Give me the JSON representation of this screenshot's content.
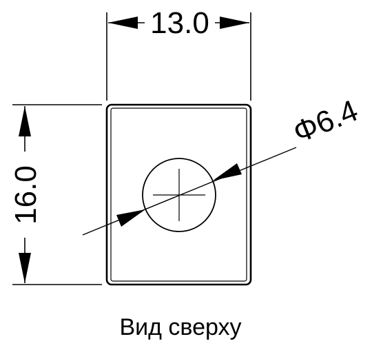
{
  "drawing": {
    "width_dimension": "13.0",
    "height_dimension": "16.0",
    "diameter_dimension": "Φ6.4",
    "caption": "Вид сверху"
  }
}
